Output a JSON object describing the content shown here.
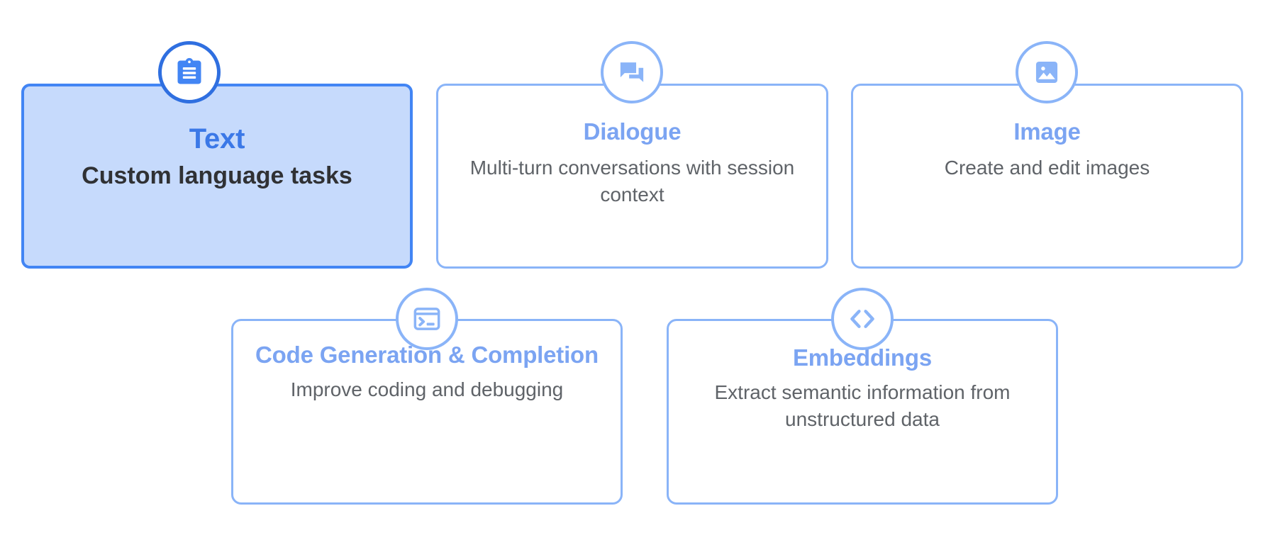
{
  "palette": {
    "selected_border": "#4285F4",
    "selected_fill": "#C6DAFC",
    "selected_title": "#3B78E7",
    "selected_desc": "#303134",
    "card_border": "#8AB4F8",
    "card_title": "#7BA4F2",
    "card_desc": "#5F6368",
    "icon_accent": "#4285F4",
    "icon_muted": "#8AB4F8",
    "page_background": "#FFFFFF"
  },
  "cards": [
    {
      "id": "text",
      "title": "Text",
      "description": "Custom language tasks",
      "icon": "clipboard-icon",
      "selected": true,
      "row": 1
    },
    {
      "id": "dialogue",
      "title": "Dialogue",
      "description": "Multi-turn conversations with session context",
      "icon": "chat-bubbles-icon",
      "selected": false,
      "row": 1
    },
    {
      "id": "image",
      "title": "Image",
      "description": "Create and edit images",
      "icon": "picture-icon",
      "selected": false,
      "row": 1
    },
    {
      "id": "code",
      "title": "Code Generation & Completion",
      "description": "Improve coding and debugging",
      "icon": "terminal-icon",
      "selected": false,
      "row": 2
    },
    {
      "id": "embeddings",
      "title": "Embeddings",
      "description": "Extract semantic information from unstructured data",
      "icon": "code-chevrons-icon",
      "selected": false,
      "row": 2
    }
  ]
}
